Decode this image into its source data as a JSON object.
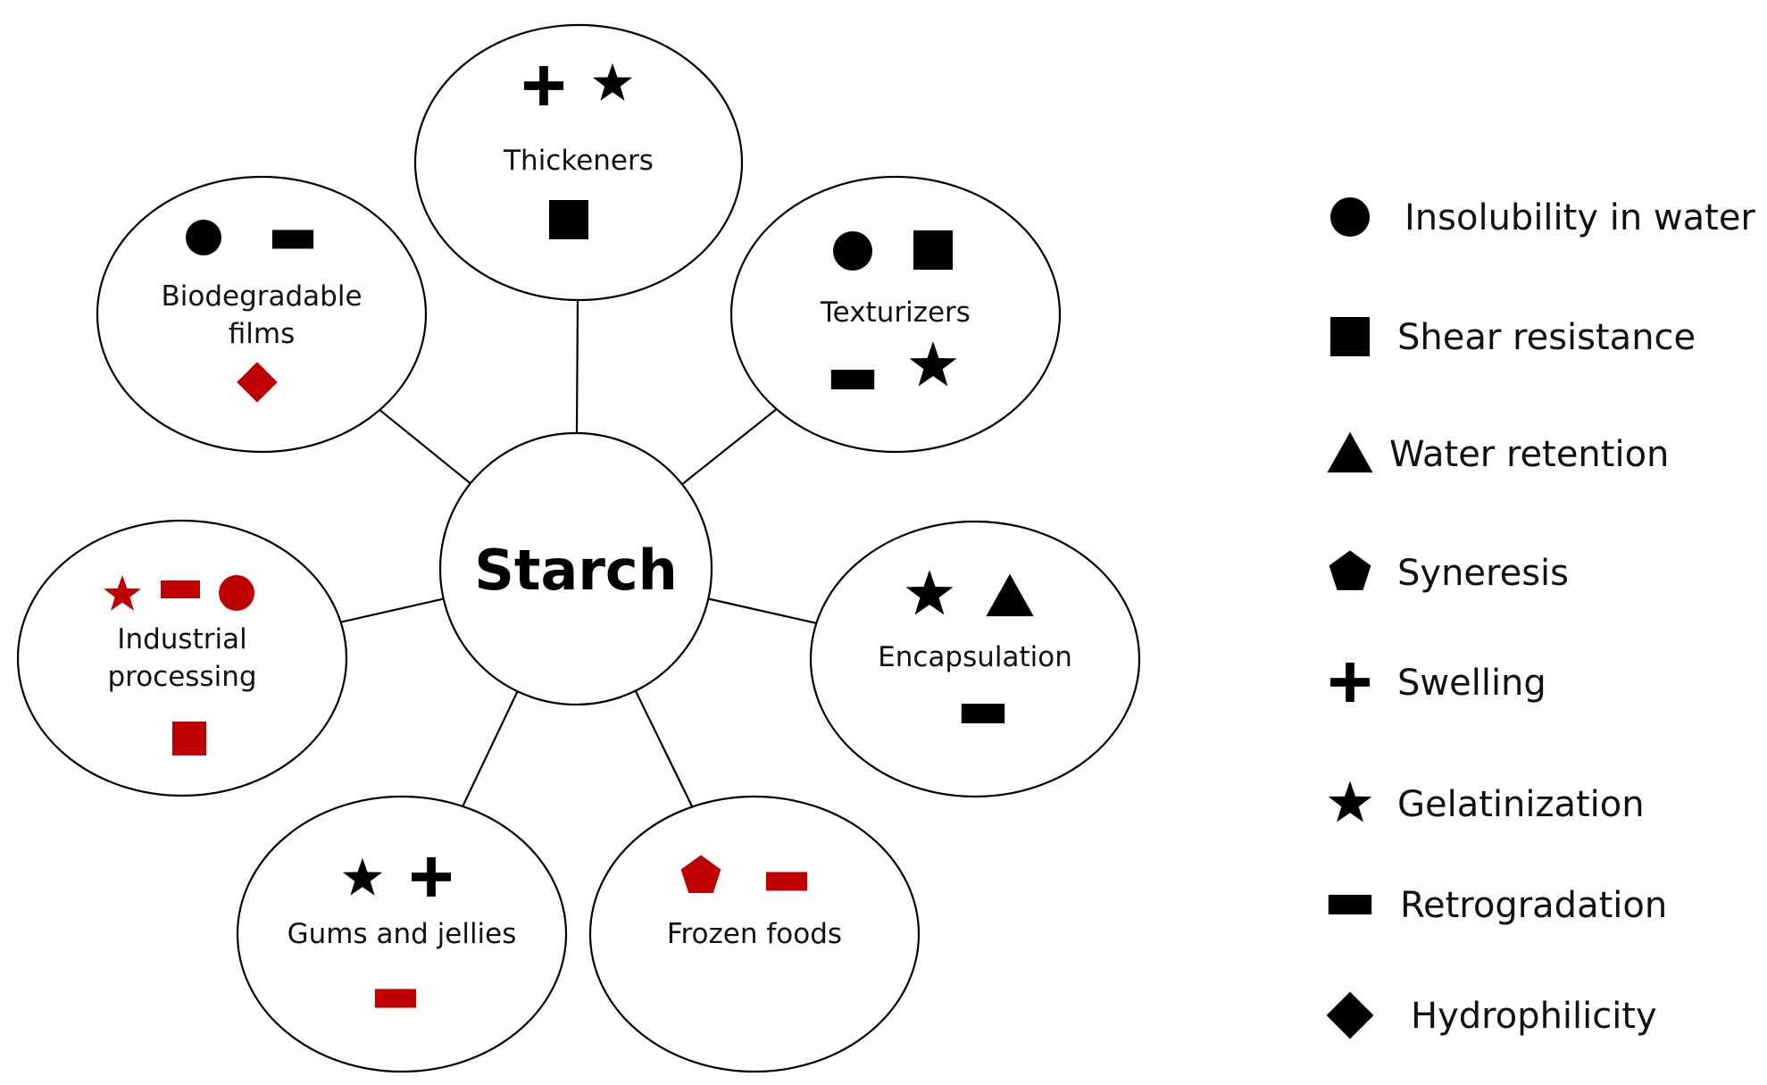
{
  "center": {
    "label": "Starch"
  },
  "colors": {
    "black_marker": "#000000",
    "red_marker": "#c00000",
    "outline": "#000000",
    "background": "#ffffff"
  },
  "legend": [
    {
      "shape": "circle",
      "label": "Insolubility in water"
    },
    {
      "shape": "square",
      "label": "Shear resistance"
    },
    {
      "shape": "triangle",
      "label": "Water retention"
    },
    {
      "shape": "pentagon",
      "label": "Syneresis"
    },
    {
      "shape": "plus",
      "label": "Swelling"
    },
    {
      "shape": "star",
      "label": "Gelatinization"
    },
    {
      "shape": "rectangle",
      "label": "Retrogradation"
    },
    {
      "shape": "diamond",
      "label": "Hydrophilicity"
    }
  ],
  "nodes": [
    {
      "id": "thickeners",
      "label_lines": [
        "Thickeners"
      ],
      "markers": [
        {
          "shape": "plus",
          "color": "black"
        },
        {
          "shape": "star",
          "color": "black"
        },
        {
          "shape": "square",
          "color": "black"
        }
      ]
    },
    {
      "id": "texturizers",
      "label_lines": [
        "Texturizers"
      ],
      "markers": [
        {
          "shape": "circle",
          "color": "black"
        },
        {
          "shape": "square",
          "color": "black"
        },
        {
          "shape": "rectangle",
          "color": "black"
        },
        {
          "shape": "star",
          "color": "black"
        }
      ]
    },
    {
      "id": "encapsulation",
      "label_lines": [
        "Encapsulation"
      ],
      "markers": [
        {
          "shape": "star",
          "color": "black"
        },
        {
          "shape": "triangle",
          "color": "black"
        },
        {
          "shape": "rectangle",
          "color": "black"
        }
      ]
    },
    {
      "id": "frozen-foods",
      "label_lines": [
        "Frozen foods"
      ],
      "markers": [
        {
          "shape": "pentagon",
          "color": "red"
        },
        {
          "shape": "rectangle",
          "color": "red"
        }
      ]
    },
    {
      "id": "gums-and-jellies",
      "label_lines": [
        "Gums and jellies"
      ],
      "markers": [
        {
          "shape": "star",
          "color": "black"
        },
        {
          "shape": "plus",
          "color": "black"
        },
        {
          "shape": "rectangle",
          "color": "red"
        }
      ]
    },
    {
      "id": "industrial-processing",
      "label_lines": [
        "Industrial",
        "processing"
      ],
      "markers": [
        {
          "shape": "star",
          "color": "red"
        },
        {
          "shape": "rectangle",
          "color": "red"
        },
        {
          "shape": "circle",
          "color": "red"
        },
        {
          "shape": "square",
          "color": "red"
        }
      ]
    },
    {
      "id": "biodegradable-films",
      "label_lines": [
        "Biodegradable",
        "films"
      ],
      "markers": [
        {
          "shape": "circle",
          "color": "black"
        },
        {
          "shape": "rectangle",
          "color": "black"
        },
        {
          "shape": "diamond",
          "color": "red"
        }
      ]
    }
  ]
}
